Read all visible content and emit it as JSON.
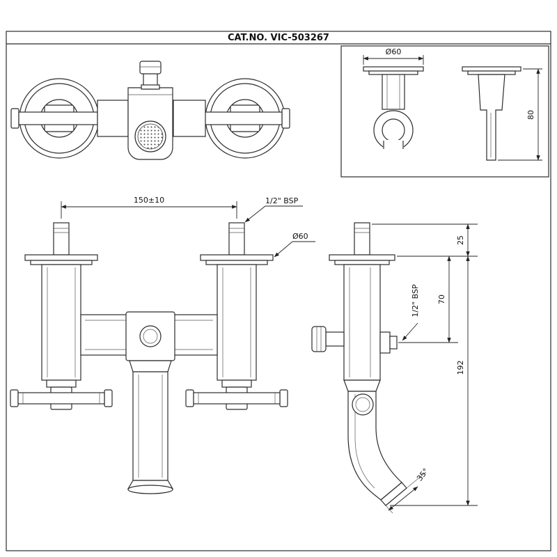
{
  "title": "CAT.NO. VIC-503267",
  "inset": {
    "dim_diameter": "Ø60",
    "dim_height": "80"
  },
  "front_view": {
    "dim_span": "150±10",
    "dim_thread": "1/2\" BSP",
    "dim_flange_diameter": "Ø60"
  },
  "side_view": {
    "dim_top_offset": "25",
    "dim_thread": "1/2\" BSP",
    "dim_body_depth": "70",
    "dim_total_height": "192",
    "dim_spout_angle": "35°"
  }
}
